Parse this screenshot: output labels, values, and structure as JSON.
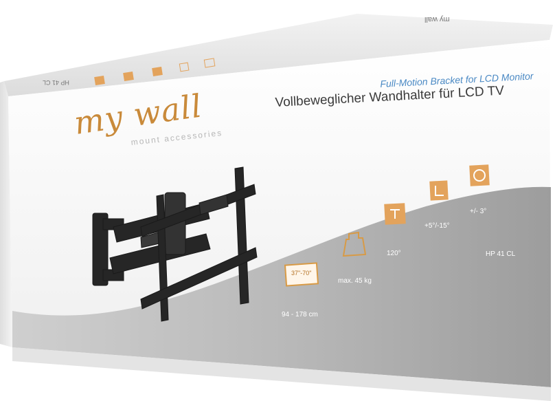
{
  "brand": {
    "logo_text": "my wall",
    "tagline": "mount accessories",
    "logo_color": "#c98a3a"
  },
  "title": {
    "german": "Vollbeweglicher Wandhalter für LCD TV",
    "english": "Full-Motion Bracket for LCD Monitor",
    "english_color": "#4a89c4"
  },
  "features": [
    {
      "icon": "screen-size-icon",
      "icon_text": "37\"-70\"",
      "label": "94 - 178 cm"
    },
    {
      "icon": "weight-icon",
      "label": "max. 45 kg"
    },
    {
      "icon": "swivel-icon",
      "label": "120°"
    },
    {
      "icon": "tilt-icon",
      "label": "+5°/-15°"
    },
    {
      "icon": "rotation-icon",
      "label": "+/- 3°"
    }
  ],
  "model": "HP 41 CL",
  "top_flap": {
    "logo_text": "my wall",
    "model": "HP 41 CL"
  },
  "colors": {
    "accent_orange": "#d89a45",
    "gray_band": "#a9a9a9",
    "box_white": "#f7f7f7"
  }
}
